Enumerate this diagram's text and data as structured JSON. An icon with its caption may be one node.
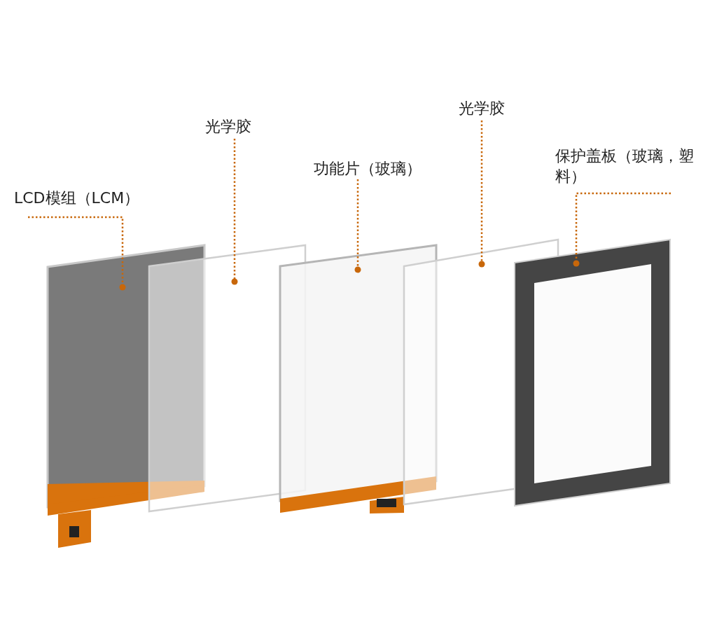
{
  "diagram": {
    "nodes": [
      {
        "text": [
          "LCD模组（LCM）"
        ]
      },
      {
        "text": [
          "光学胶"
        ]
      },
      {
        "text": [
          "功能片（玻璃）"
        ]
      },
      {
        "text": [
          "光学胶"
        ]
      },
      {
        "text": [
          "保护盖板（玻璃，塑料）"
        ]
      },
      {
        "text": [],
        "shape": "box"
      },
      {
        "text": [],
        "shape": "box"
      },
      {
        "text": [],
        "shape": "box"
      },
      {
        "text": [],
        "shape": "box"
      },
      {
        "text": [],
        "shape": "box"
      }
    ],
    "edges": [
      {
        "from": 0,
        "to": 5,
        "arrow": "other",
        "style": "dashed"
      },
      {
        "from": 1,
        "to": 6,
        "arrow": "other",
        "style": "dashed"
      },
      {
        "from": 2,
        "to": 7,
        "arrow": "other",
        "style": "dashed"
      },
      {
        "from": 3,
        "to": 8,
        "arrow": "other",
        "style": "dashed"
      },
      {
        "from": 4,
        "to": 9,
        "arrow": "other",
        "style": "dashed"
      }
    ]
  }
}
